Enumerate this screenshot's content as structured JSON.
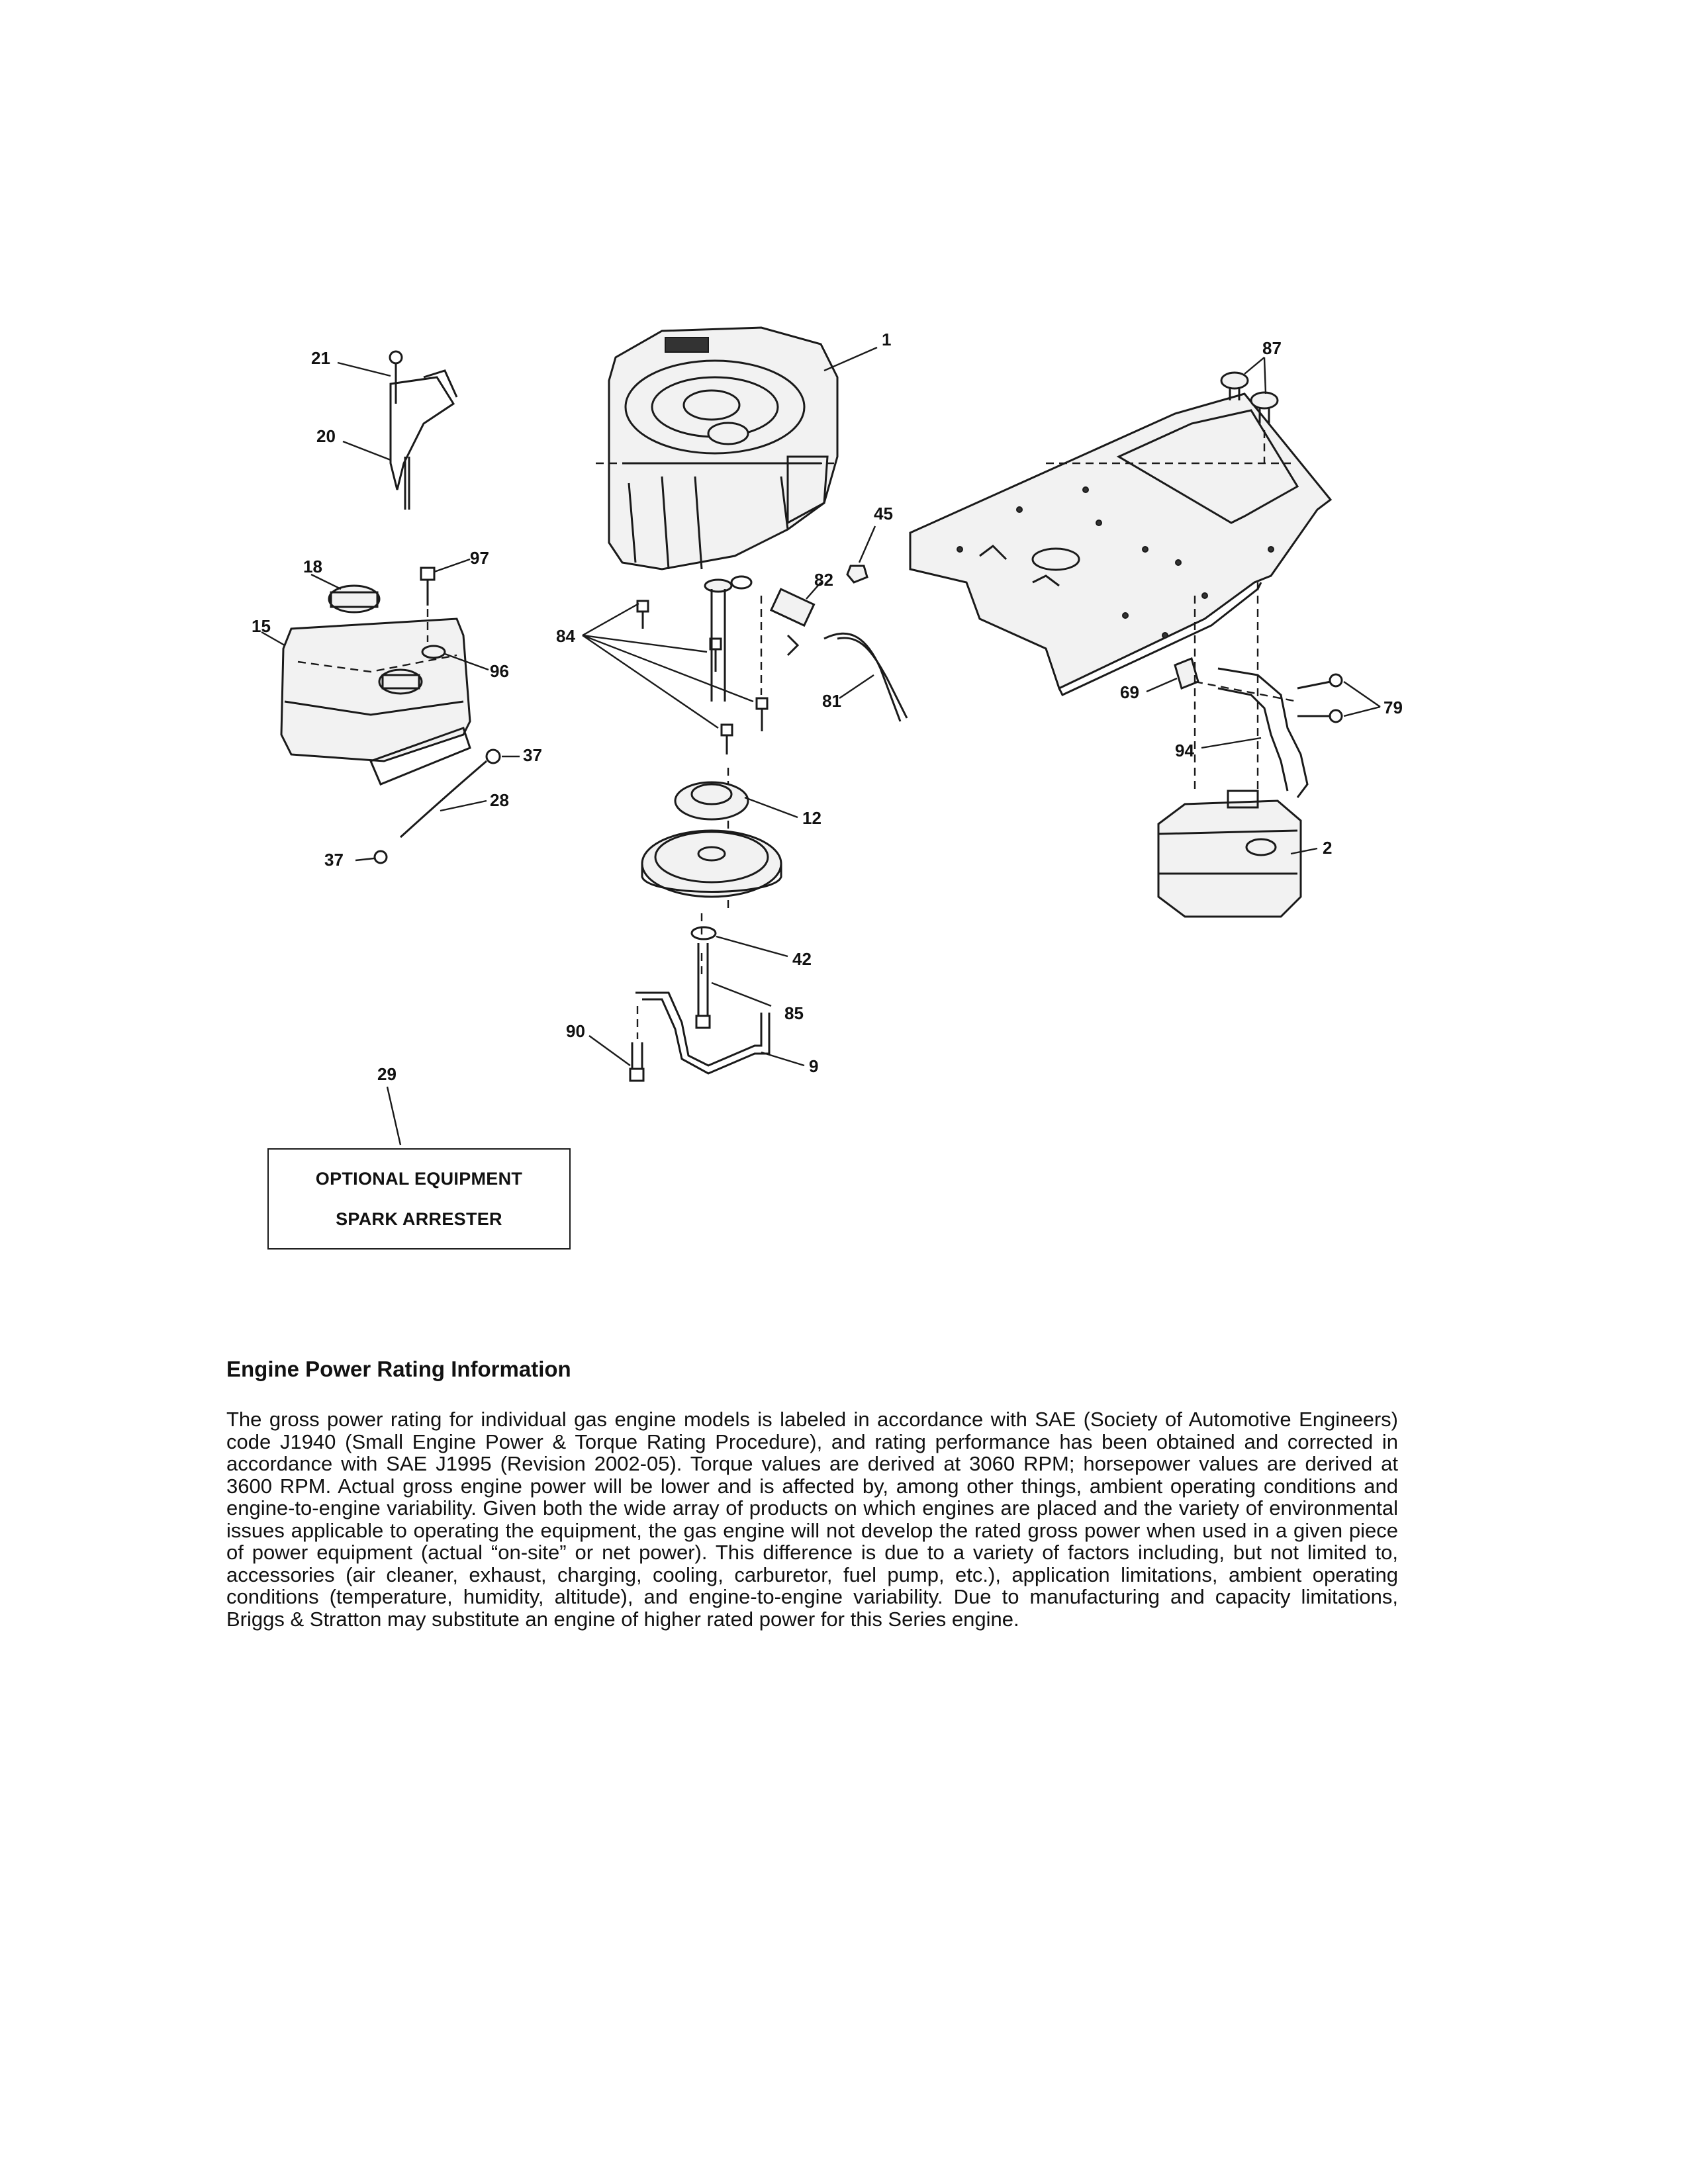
{
  "callouts": {
    "c1": "1",
    "c2": "2",
    "c9": "9",
    "c12": "12",
    "c15": "15",
    "c18": "18",
    "c20": "20",
    "c21": "21",
    "c28": "28",
    "c29": "29",
    "c37a": "37",
    "c37b": "37",
    "c42": "42",
    "c45": "45",
    "c69": "69",
    "c79": "79",
    "c81": "81",
    "c82": "82",
    "c84": "84",
    "c85": "85",
    "c87": "87",
    "c90": "90",
    "c94": "94",
    "c96": "96",
    "c97": "97"
  },
  "optional_box": {
    "line1": "OPTIONAL EQUIPMENT",
    "line2": "SPARK ARRESTER"
  },
  "info": {
    "title": "Engine Power Rating Information",
    "body": "The gross power rating for individual gas engine models is labeled in accordance with SAE (Society of Automotive Engineers) code J1940 (Small Engine Power & Torque Rating Procedure), and rating performance has been obtained and corrected in accordance with SAE J1995 (Revision 2002-05). Torque values are derived at 3060 RPM; horsepower values are derived at 3600 RPM. Actual gross engine power will be lower and is affected by, among other things, ambient operating conditions and engine-to-engine variability. Given both the wide array of products on which engines are placed and the variety of environmental issues applicable to operating the equipment, the gas engine will not develop the rated gross power when used in a given piece of power equipment (actual “on-site” or net power). This difference is due to a variety of factors including, but not limited to, accessories (air cleaner, exhaust, charging, cooling, carburetor, fuel pump, etc.), application limitations, ambient operating conditions (temperature, humidity, altitude), and engine-to-engine variability. Due to manufacturing and capacity limitations, Briggs & Stratton may substitute an engine of higher rated power for this Series engine."
  }
}
